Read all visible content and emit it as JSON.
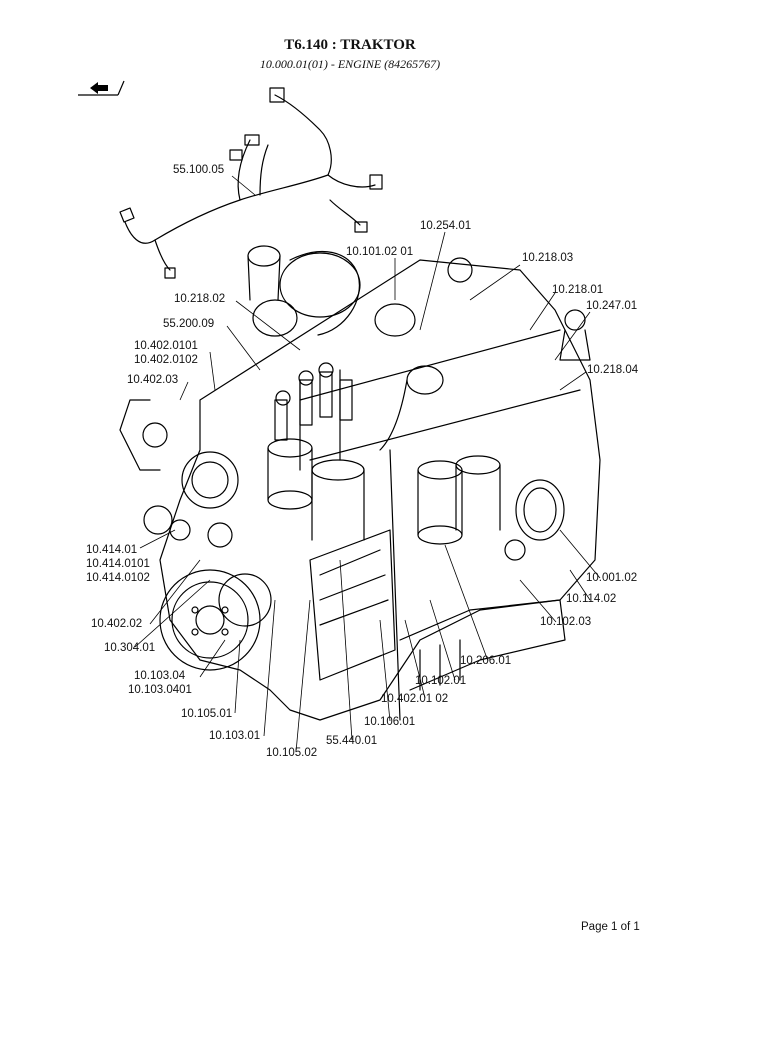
{
  "header": {
    "title": "T6.140 : TRAKTOR",
    "subtitle": "10.000.01(01) - ENGINE (84265767)"
  },
  "nav": {
    "icon": "return-arrow-icon"
  },
  "labels": [
    "55.100.05",
    "10.254.01",
    "10.101.02 01",
    "10.218.03",
    "10.218.02",
    "10.218.01",
    "10.247.01",
    "55.200.09",
    "10.402.0101",
    "10.402.0102",
    "10.402.03",
    "10.218.04",
    "10.414.01",
    "10.414.0101",
    "10.414.0102",
    "10.402.02",
    "10.304.01",
    "10.103.04",
    "10.103.0401",
    "10.105.01",
    "10.103.01",
    "10.105.02",
    "55.440.01",
    "10.106.01",
    "10.402.01 02",
    "10.102.01",
    "10.206.01",
    "10.102.03",
    "10.001.02",
    "10.114.02"
  ],
  "footer": {
    "page": "Page 1 of 1"
  }
}
